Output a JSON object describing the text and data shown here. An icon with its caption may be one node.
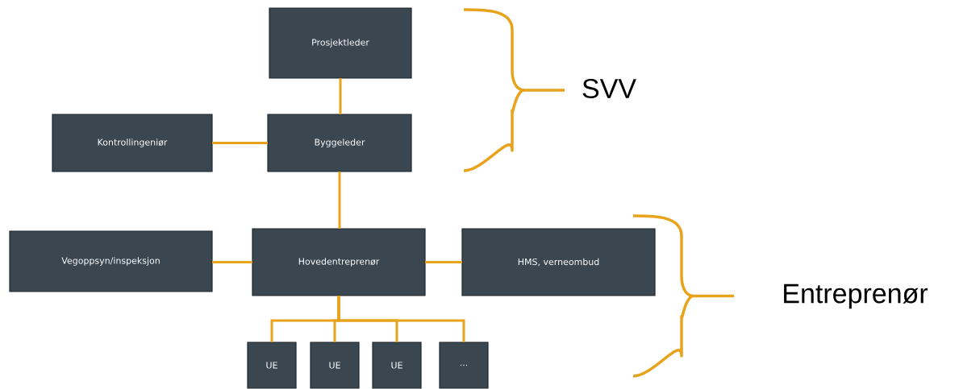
{
  "diagram": {
    "nodes": [
      {
        "text": [
          "Prosjektleder"
        ]
      },
      {
        "text": [
          "Kontrollingeniør"
        ]
      },
      {
        "text": [
          "Byggeleder"
        ]
      },
      {
        "text": [
          "Vegoppsyn/inspeksjon"
        ]
      },
      {
        "text": [
          "Hovedentreprenør"
        ]
      },
      {
        "text": [
          "HMS, verneombud"
        ]
      },
      {
        "text": [
          "UE"
        ]
      },
      {
        "text": [
          "UE"
        ]
      },
      {
        "text": [
          "UE"
        ]
      },
      {
        "text": [
          "..."
        ]
      }
    ],
    "edges": [
      {
        "from": 0,
        "to": 2,
        "arrow": "none"
      },
      {
        "from": 1,
        "to": 2,
        "arrow": "none"
      },
      {
        "from": 2,
        "to": 4,
        "arrow": "none"
      },
      {
        "from": 3,
        "to": 4,
        "arrow": "none"
      },
      {
        "from": 4,
        "to": 5,
        "arrow": "none"
      },
      {
        "from": 4,
        "to": 6,
        "arrow": "none"
      },
      {
        "from": 4,
        "to": 7,
        "arrow": "none"
      },
      {
        "from": 4,
        "to": 8,
        "arrow": "none"
      },
      {
        "from": 4,
        "to": 9,
        "arrow": "none"
      }
    ],
    "labels": [
      "SVV",
      "Entreprenør"
    ]
  }
}
